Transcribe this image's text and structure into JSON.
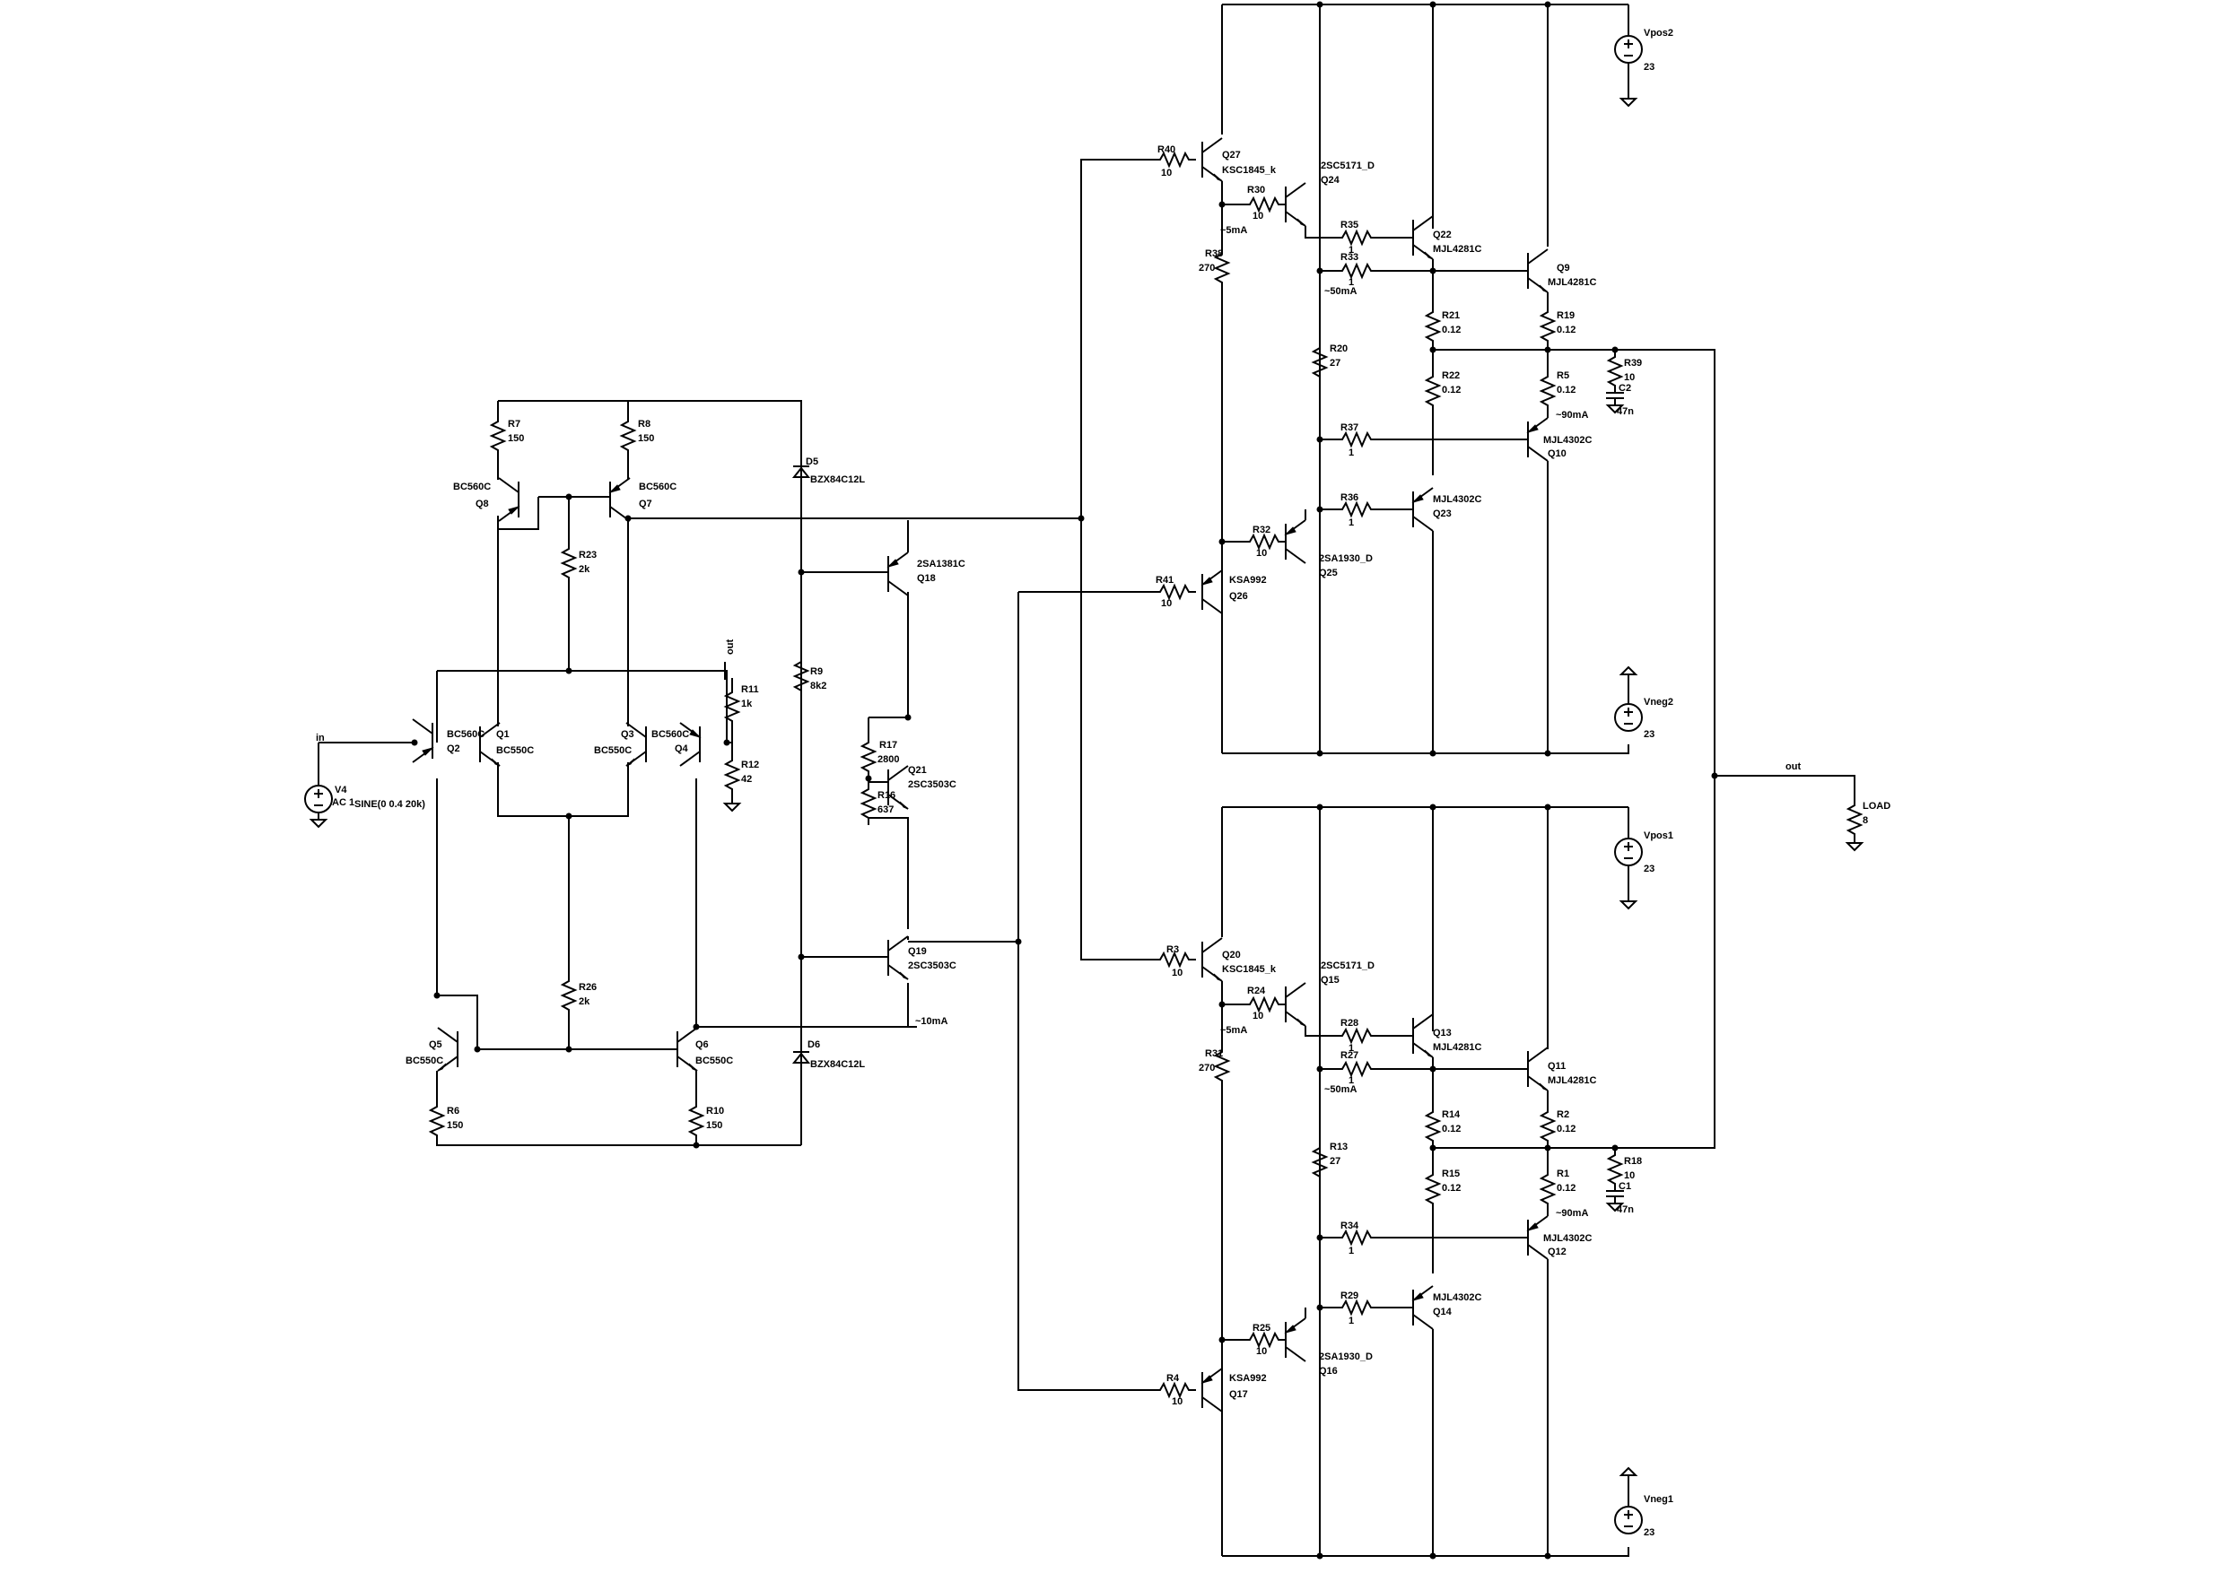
{
  "nets": [
    "in",
    "out",
    "out"
  ],
  "parts": {
    "R7": "R7",
    "R7v": "150",
    "R8": "R8",
    "R8v": "150",
    "Q8t": "BC560C",
    "Q8": "Q8",
    "Q7t": "BC560C",
    "Q7": "Q7",
    "R23": "R23",
    "R23v": "2k",
    "D5": "D5",
    "D5t": "BZX84C12L",
    "D6": "D6",
    "D6t": "BZX84C12L",
    "Q18t": "2SA1381C",
    "Q18": "Q18",
    "R9": "R9",
    "R9v": "8k2",
    "R11": "R11",
    "R11v": "1k",
    "R12": "R12",
    "R12v": "42",
    "Q2t": "BC560C",
    "Q2": "Q2",
    "Q1": "Q1",
    "Q1t": "BC550C",
    "Q3": "Q3",
    "Q3t": "BC550C",
    "Q4t": "BC560C",
    "Q4": "Q4",
    "R17": "R17",
    "R17v": "2800",
    "Q21": "Q21",
    "Q21t": "2SC3503C",
    "R16": "R16",
    "R16v": "637",
    "V4": "V4",
    "V4ac": "AC 1",
    "V4sine": "SINE(0 0.4 20k)",
    "R26": "R26",
    "R26v": "2k",
    "Q19": "Q19",
    "Q19t": "2SC3503C",
    "i10": "~10mA",
    "Q5": "Q5",
    "Q5t": "BC550C",
    "Q6": "Q6",
    "Q6t": "BC550C",
    "R6": "R6",
    "R6v": "150",
    "R10": "R10",
    "R10v": "150",
    "R40": "R40",
    "R40v": "10",
    "Q27": "Q27",
    "Q27t": "KSC1845_k",
    "Q24t": "2SC5171_D",
    "Q24": "Q24",
    "R30": "R30",
    "R30v": "10",
    "i5a": "~5mA",
    "R38": "R38",
    "R38v": "270",
    "R35": "R35",
    "R35v": "1",
    "Q22": "Q22",
    "Q22t": "MJL4281C",
    "R33": "R33",
    "R33v": "1",
    "i50a": "~50mA",
    "Q9": "Q9",
    "Q9t": "MJL4281C",
    "R21": "R21",
    "R21v": "0.12",
    "R19": "R19",
    "R19v": "0.12",
    "R20": "R20",
    "R20v": "27",
    "R22": "R22",
    "R22v": "0.12",
    "R5": "R5",
    "R5v": "0.12",
    "R39": "R39",
    "R39v": "10",
    "C2": "C2",
    "C2v": "47n",
    "i90a": "~90mA",
    "R37": "R37",
    "R37v": "1",
    "Q10t": "MJL4302C",
    "Q10": "Q10",
    "R36": "R36",
    "R36v": "1",
    "Q23t": "MJL4302C",
    "Q23": "Q23",
    "R32": "R32",
    "R32v": "10",
    "Q25t": "2SA1930_D",
    "Q25": "Q25",
    "R41": "R41",
    "R41v": "10",
    "Q26t": "KSA992",
    "Q26": "Q26",
    "Vpos2": "Vpos2",
    "Vpos2v": "23",
    "Vneg2": "Vneg2",
    "Vneg2v": "23",
    "Vpos1": "Vpos1",
    "Vpos1v": "23",
    "Vneg1": "Vneg1",
    "Vneg1v": "23",
    "LOAD": "LOAD",
    "LOADv": "8",
    "R3": "R3",
    "R3v": "10",
    "Q20": "Q20",
    "Q20t": "KSC1845_k",
    "Q15t": "2SC5171_D",
    "Q15": "Q15",
    "R24": "R24",
    "R24v": "10",
    "i5b": "~5mA",
    "R31": "R31",
    "R31v": "270",
    "R28": "R28",
    "R28v": "1",
    "Q13": "Q13",
    "Q13t": "MJL4281C",
    "R27": "R27",
    "R27v": "1",
    "i50b": "~50mA",
    "Q11": "Q11",
    "Q11t": "MJL4281C",
    "R14": "R14",
    "R14v": "0.12",
    "R2": "R2",
    "R2v": "0.12",
    "R13": "R13",
    "R13v": "27",
    "R15": "R15",
    "R15v": "0.12",
    "R1": "R1",
    "R1v": "0.12",
    "R18": "R18",
    "R18v": "10",
    "C1": "C1",
    "C1v": "47n",
    "i90b": "~90mA",
    "R34": "R34",
    "R34v": "1",
    "Q12t": "MJL4302C",
    "Q12": "Q12",
    "R29": "R29",
    "R29v": "1",
    "Q14t": "MJL4302C",
    "Q14": "Q14",
    "R25": "R25",
    "R25v": "10",
    "Q16t": "2SA1930_D",
    "Q16": "Q16",
    "R4": "R4",
    "R4v": "10",
    "Q17t": "KSA992",
    "Q17": "Q17"
  }
}
